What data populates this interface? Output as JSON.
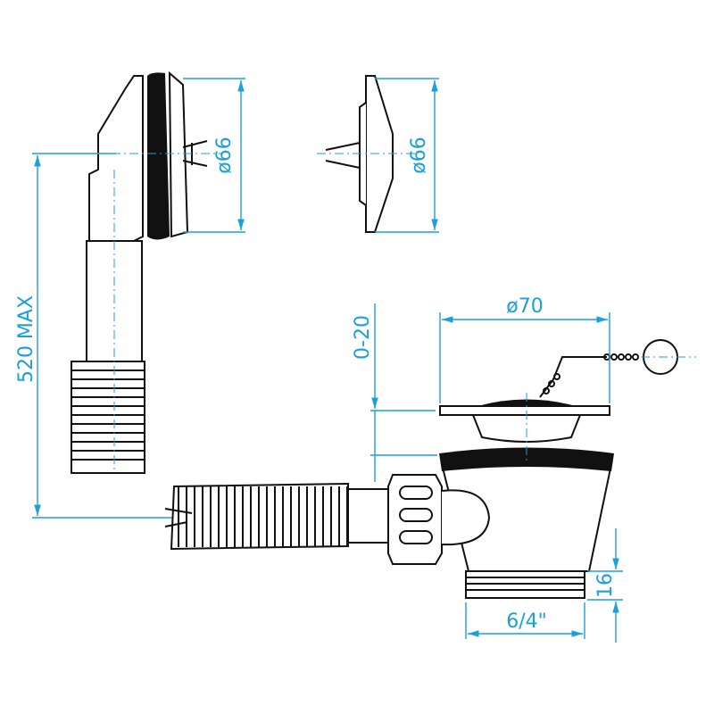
{
  "dimensions": {
    "overflow_plate_diameter": "ø66",
    "plug_diameter": "ø66",
    "max_length": "520 MAX",
    "adjust_range": "0-20",
    "waste_diameter": "ø70",
    "thread_height": "16",
    "thread_size": "6/4\""
  },
  "colors": {
    "dimension": "#1aa0dc",
    "line": "#111111"
  }
}
